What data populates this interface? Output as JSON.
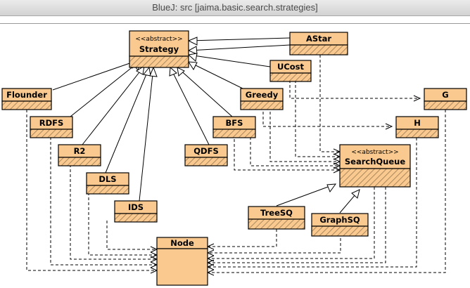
{
  "window": {
    "title": "BlueJ:  src  [jaima.basic.search.strategies]"
  },
  "classes": {
    "strategy": {
      "stereotype": "<<abstract>>",
      "name": "Strategy"
    },
    "astar": {
      "name": "AStar"
    },
    "ucost": {
      "name": "UCost"
    },
    "greedy": {
      "name": "Greedy"
    },
    "flounder": {
      "name": "Flounder"
    },
    "rdfs": {
      "name": "RDFS"
    },
    "bfs": {
      "name": "BFS"
    },
    "g": {
      "name": "G"
    },
    "h": {
      "name": "H"
    },
    "r2": {
      "name": "R2"
    },
    "qdfs": {
      "name": "QDFS"
    },
    "searchqueue": {
      "stereotype": "<<abstract>>",
      "name": "SearchQueue"
    },
    "dls": {
      "name": "DLS"
    },
    "ids": {
      "name": "IDS"
    },
    "treesq": {
      "name": "TreeSQ"
    },
    "graphsq": {
      "name": "GraphSQ"
    },
    "node": {
      "name": "Node"
    }
  },
  "colors": {
    "class_fill": "#f9c98f",
    "hatch": "#9a7a52",
    "titlebar_text": "#4a4a4a"
  }
}
